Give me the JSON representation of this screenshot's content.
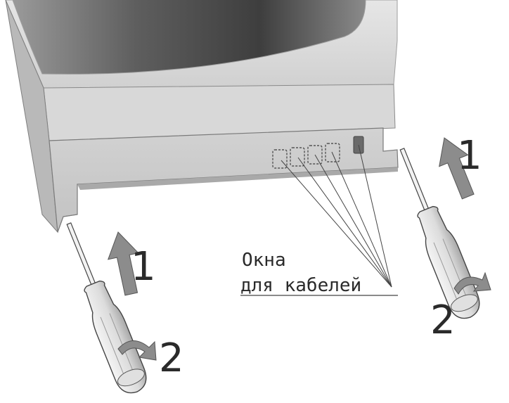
{
  "callout": {
    "line1": "Окна",
    "line2": "для кабелей"
  },
  "steps": {
    "push": "1",
    "turn": "2"
  },
  "colors": {
    "housing_light": "#dcdcdc",
    "housing_face": "#c8c8c8",
    "housing_shadow": "#9a9a9a",
    "dome_dark": "#4a4a4a",
    "arrow": "#8c8c8c",
    "outline": "#333333"
  }
}
